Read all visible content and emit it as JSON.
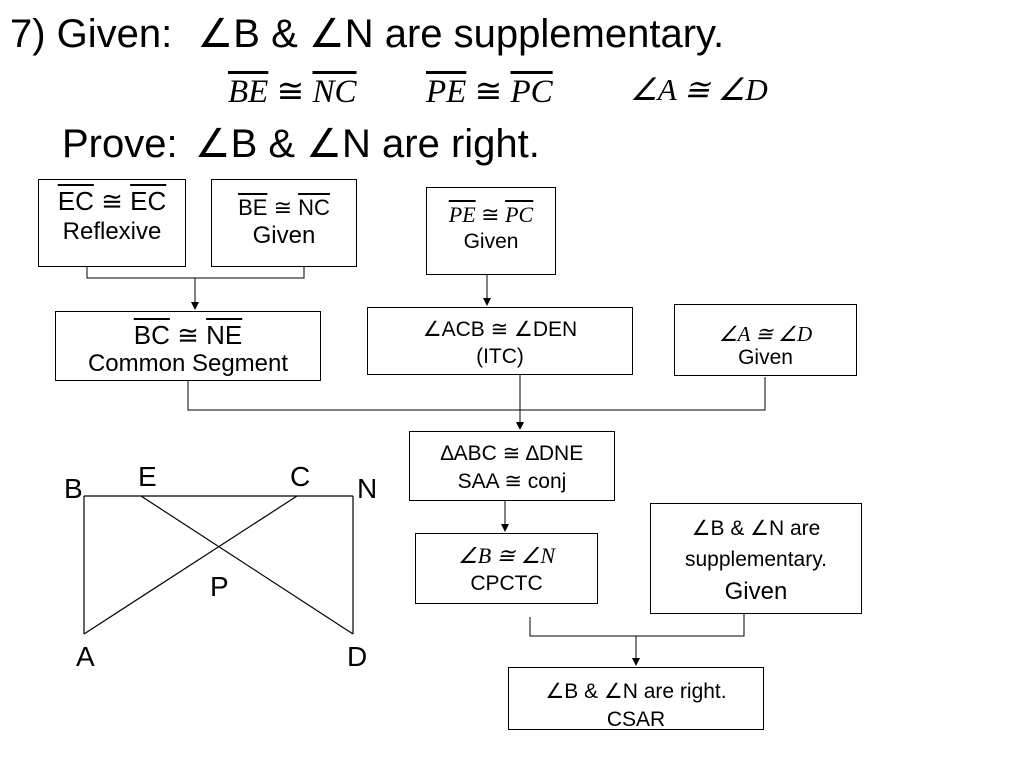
{
  "header": {
    "given_prefix": "7) Given:",
    "given_statement": "∠B & ∠N are supplementary.",
    "given_1": {
      "a": "BE",
      "rel": "≅",
      "b": "NC"
    },
    "given_2": {
      "a": "PE",
      "rel": "≅",
      "b": "PC"
    },
    "given_3": "∠A ≅ ∠D",
    "prove_prefix": "Prove:",
    "prove_statement": "∠B & ∠N are right."
  },
  "boxes": {
    "ec_reflexive": {
      "a": "EC",
      "rel": "≅",
      "b": "EC",
      "reason": "Reflexive"
    },
    "be_nc_given": {
      "a": "BE",
      "rel": "≅",
      "b": "NC",
      "reason": "Given"
    },
    "pe_pc_given": {
      "a": "PE",
      "rel": "≅",
      "b": "PC",
      "reason": "Given"
    },
    "bc_ne_common": {
      "a": "BC",
      "rel": "≅",
      "b": "NE",
      "reason": "Common Segment"
    },
    "acb_den_itc": {
      "statement": "∠ACB ≅ ∠DEN",
      "reason": "(ITC)"
    },
    "a_d_given": {
      "statement": "∠A ≅ ∠D",
      "reason": "Given"
    },
    "abc_dne_saa": {
      "statement": "∆ABC ≅ ∆DNE",
      "reason": "SAA ≅ conj"
    },
    "b_n_cpctc": {
      "statement": "∠B ≅ ∠N",
      "reason": "CPCTC"
    },
    "b_n_supp_given": {
      "statement_1": "∠B & ∠N are",
      "statement_2": "supplementary.",
      "reason": "Given"
    },
    "b_n_right_csar": {
      "statement": "∠B & ∠N are right.",
      "reason": "CSAR"
    }
  },
  "figure": {
    "labels": {
      "B": "B",
      "E": "E",
      "C": "C",
      "N": "N",
      "P": "P",
      "A": "A",
      "D": "D"
    }
  }
}
